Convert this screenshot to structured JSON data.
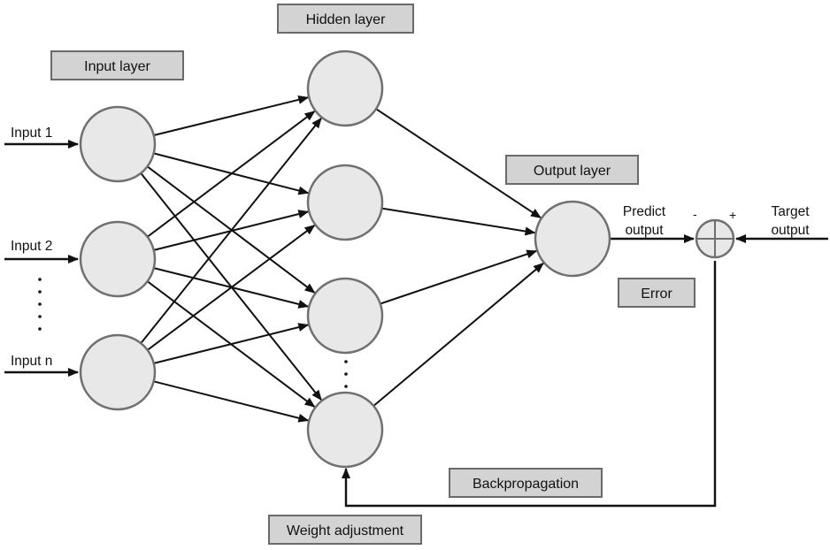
{
  "layers": {
    "input": {
      "title": "Input layer",
      "inputs": [
        "Input 1",
        "Input 2",
        "Input n"
      ]
    },
    "hidden": {
      "title": "Hidden layer"
    },
    "output": {
      "title": "Output layer"
    }
  },
  "summing_junction": {
    "minus_sign": "-",
    "plus_sign": "+"
  },
  "signals": {
    "predict_output": [
      "Predict",
      "output"
    ],
    "target_output": [
      "Target",
      "output"
    ],
    "error": "Error"
  },
  "feedback": {
    "backpropagation": "Backpropagation",
    "weight_adjustment": "Weight adjustment"
  },
  "colors": {
    "node_fill": "#e8e8e8",
    "node_stroke": "#707070",
    "label_box_fill": "#d3d3d3",
    "line": "#111111"
  }
}
